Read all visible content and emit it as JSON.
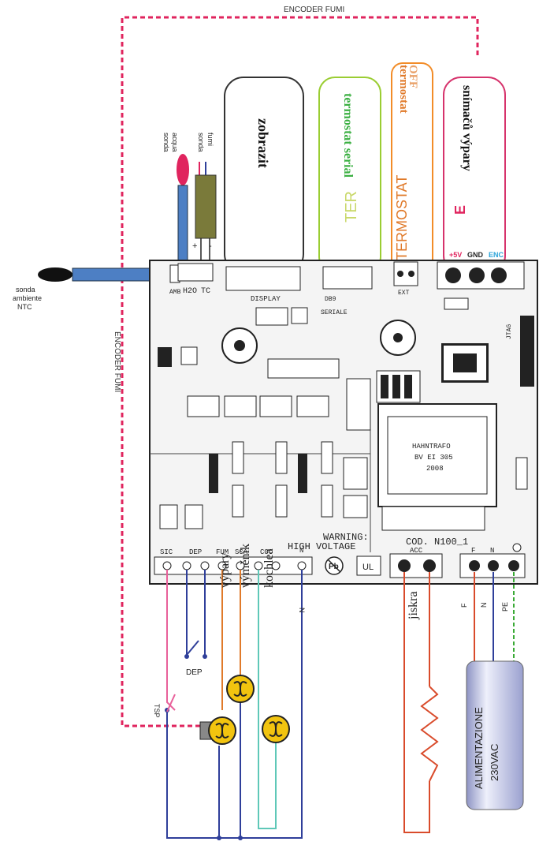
{
  "encoder_top": "ENCODER FUMI",
  "encoder_side": "ENCODER FUMI",
  "probes": {
    "ambient": [
      "sonda",
      "ambiente",
      "NTC"
    ],
    "water": [
      "sonda",
      "acqua"
    ],
    "smoke": [
      "sonda",
      "fumi"
    ],
    "plus": "+",
    "minus": "-"
  },
  "boxes": {
    "display": "zobrazit",
    "serial_main": "termostat serial",
    "serial_abbr": "TER",
    "thermostat_a": "TERMOSTAT",
    "thermostat_b": "termostat",
    "thermostat_c": "OFF",
    "extractor_letter": "E",
    "extractor_main": "snímačů výpary"
  },
  "pins": {
    "p5v": "+5V",
    "gnd": "GND",
    "enc": "ENC"
  },
  "board": {
    "amb": "AMB",
    "h2o": "H2O",
    "tc": "TC",
    "display": "DISPLAY",
    "db9": "DB9",
    "seriale": "SERIALE",
    "ext": "EXT",
    "jtag": "JTAG",
    "trafo": [
      "HAHNTRAFO",
      "BV EI 305",
      "2008"
    ],
    "warning1": "WARNING:",
    "warning2": "HIGH VOLTAGE",
    "cod": "COD. N100_1",
    "bottom_labels": [
      "SIC",
      "DEP",
      "FUM",
      "SCA",
      "COC",
      "N"
    ],
    "acc": "ACC",
    "fn_f": "F",
    "fn_n": "N",
    "ul": "UL",
    "pb": "Pb"
  },
  "loads": {
    "vypary": "výpary",
    "vymenik": "výměník",
    "kochlea": "kochlea",
    "dep": "DEP",
    "tsp": "TSP",
    "n": "N",
    "jiskra": "jiskra"
  },
  "supply": {
    "f": "F",
    "n": "N",
    "pe": "PE",
    "label": "ALIMENTAZIONE",
    "voltage": "230VAC"
  },
  "colors": {
    "encoder": "#e0245e",
    "display_box": "#333333",
    "serial_box": "#9acd32",
    "serial_text": "#3cb043",
    "thermostat_box": "#f28c28",
    "extractor_box": "#d6336c",
    "ignitor": "#d94b2b",
    "blue_wire": "#2f3f9a",
    "teal_wire": "#5fc8b8",
    "orange_wire": "#e07a2a",
    "pink_wire": "#e8609a",
    "pe_wire": "#3aaa35",
    "motor": "#f2c40f"
  }
}
